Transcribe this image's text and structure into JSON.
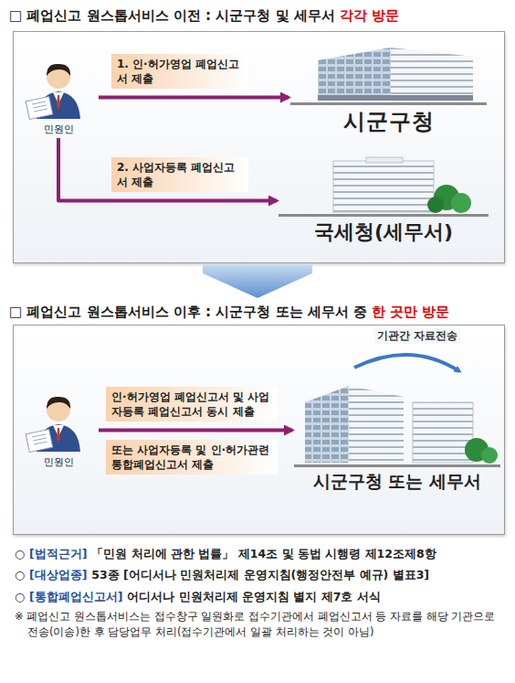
{
  "diagram": {
    "nodes": [
      {
        "text": [
          "민원인"
        ]
      },
      {
        "text": [
          "시군구청"
        ]
      },
      {
        "text": [
          "국세청(세무서)"
        ]
      },
      {
        "text": [
          "민원인"
        ]
      },
      {
        "text": [
          "시군구청 또는 세무서"
        ]
      }
    ],
    "edges": [
      {
        "from": 0,
        "to": 1,
        "arrow": "to",
        "label": "1. 인·허가영업 폐업신고서 제출"
      },
      {
        "from": 0,
        "to": 2,
        "arrow": "to",
        "label": "2. 사업자등록 폐업신고서 제출"
      },
      {
        "from": 3,
        "to": 4,
        "arrow": "to",
        "label": "인·허가영업 폐업신고서 및 사업자등록 폐업신고서 동시 제출"
      }
    ],
    "labels": [
      "□ 폐업신고 원스톱서비스 이전 : 시군구청 및 세무서",
      "각각 방문",
      "□ 폐업신고 원스톱서비스 이후 : 시군구청 또는 세무서 중",
      "한 곳만 방문",
      "기관간 자료전송",
      "또는 사업자등록 및 인·허가관련 통합폐업신고서 제출",
      "○",
      "[법적근거]",
      "「민원 처리에 관한 법률」 제14조 및 동법 시행령 제12조제8항",
      "○",
      "[대상업종]",
      "53종 [어디서나 민원처리제 운영지침(행정안전부 예규) 별표3]",
      "○",
      "[통합폐업신고서]",
      "어디서나 민원처리제 운영지침 별지 제7호 서식",
      "※ 폐업신고 원스톱서비스는 접수창구 일원화로 접수기관에서 폐업신고서 등 자료를 해당 기관으로 전송(이송)한 후 담당업무 처리(접수기관에서 일괄 처리하는 것이 아님)"
    ]
  }
}
